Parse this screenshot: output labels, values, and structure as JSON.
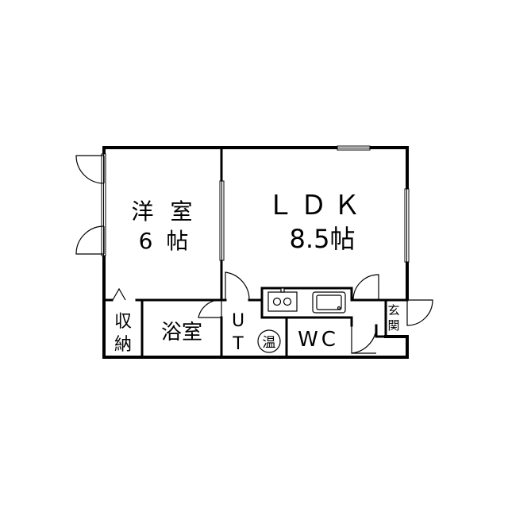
{
  "rooms": {
    "western_room": {
      "name": "洋 室",
      "size": "6 帖"
    },
    "ldk": {
      "name": "ＬＤＫ",
      "size": "8.5帖"
    },
    "storage": {
      "line1": "収",
      "line2": "納"
    },
    "bathroom": {
      "name": "浴室"
    },
    "utility": {
      "line1": "U",
      "line2": "T"
    },
    "water_heater": {
      "label": "温"
    },
    "toilet": {
      "name": "WC"
    },
    "entrance": {
      "line1": "玄",
      "line2": "関"
    }
  },
  "colors": {
    "wall": "#000000",
    "background": "#ffffff"
  }
}
